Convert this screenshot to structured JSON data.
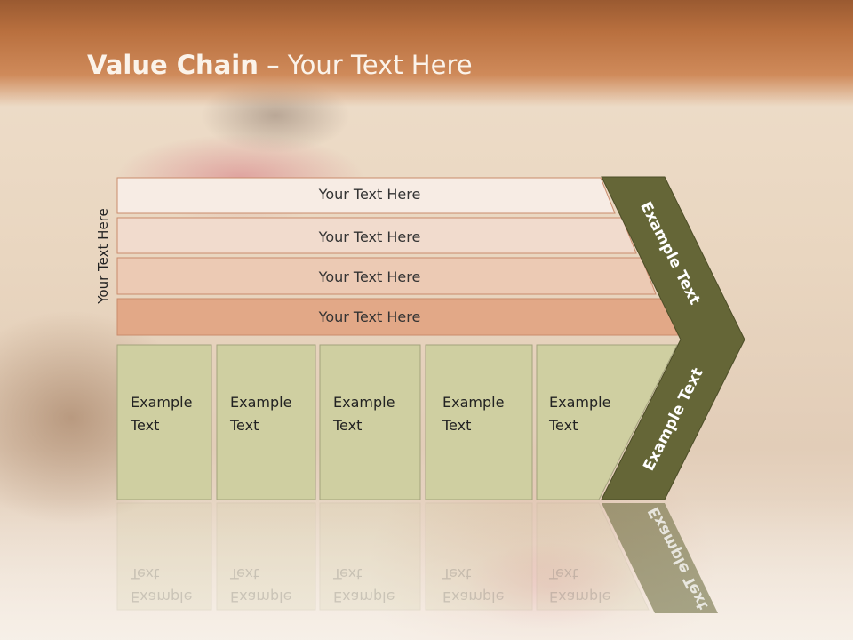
{
  "title": {
    "bold": "Value Chain",
    "rest": " – Your Text Here"
  },
  "side_label": "Your Text Here",
  "bars": [
    {
      "label": "Your Text Here",
      "color": "#f7ece4"
    },
    {
      "label": "Your Text Here",
      "color": "#f1dbcd"
    },
    {
      "label": "Your Text Here",
      "color": "#eccab4"
    },
    {
      "label": "Your Text Here",
      "color": "#e2a887"
    }
  ],
  "boxes": [
    {
      "label": "Example\nText"
    },
    {
      "label": "Example\nText"
    },
    {
      "label": "Example\nText"
    },
    {
      "label": "Example\nText"
    },
    {
      "label": "Example\nText"
    }
  ],
  "chevron": {
    "top_label": "Example Text",
    "bottom_label": "Example Text",
    "color": "#656637"
  },
  "colors": {
    "title_band": "#b9703f",
    "box_fill": "#cfcfa1",
    "box_border": "#a3a37c"
  }
}
